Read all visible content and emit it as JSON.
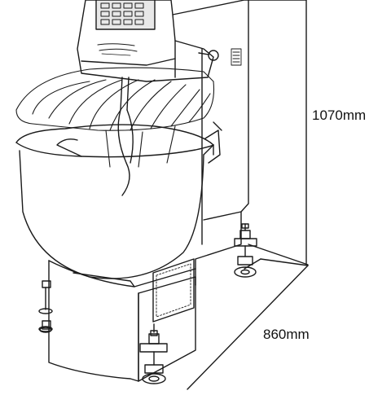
{
  "dimensions": {
    "height_label": "1070mm",
    "depth_label": "860mm"
  },
  "brand_label": "",
  "colors": {
    "line": "#1a1a1a",
    "paper": "#ffffff",
    "control_panel": "#e8e8e8"
  },
  "icons": {
    "control_panel": "keypad-panel",
    "wheel": "caster-wheel",
    "foot": "leveling-foot"
  }
}
